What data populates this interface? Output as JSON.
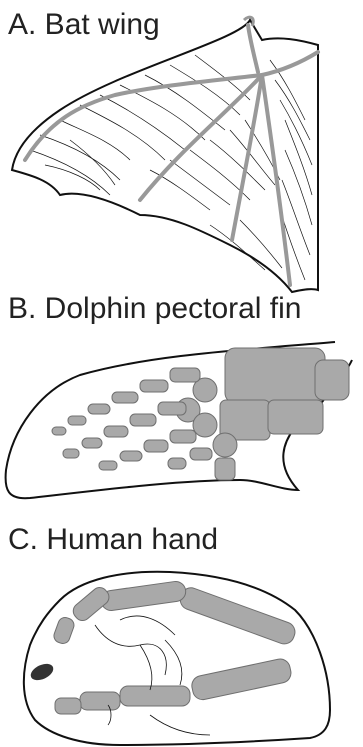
{
  "panels": [
    {
      "label": "A.  Bat wing"
    },
    {
      "label": "B.  Dolphin pectoral fin"
    },
    {
      "label": "C.  Human hand"
    }
  ],
  "colors": {
    "bone": "#a9a9a9",
    "outline": "#111111",
    "nail": "#333333"
  },
  "icons": [
    "bat-wing-illustration",
    "dolphin-fin-illustration",
    "human-hand-illustration"
  ]
}
